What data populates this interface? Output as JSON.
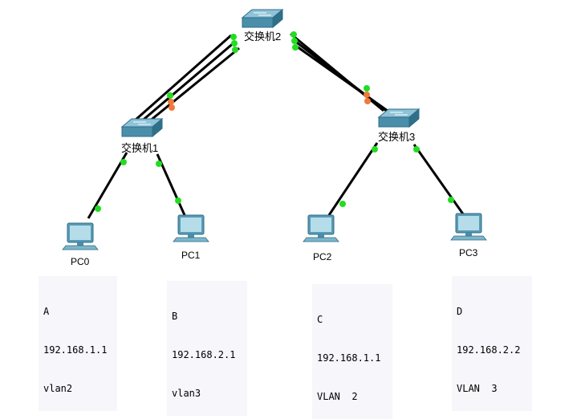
{
  "switches": {
    "sw2": "交换机2",
    "sw1": "交换机1",
    "sw3": "交换机3"
  },
  "pcs": {
    "pc0": "PC0",
    "pc1": "PC1",
    "pc2": "PC2",
    "pc3": "PC3"
  },
  "notes": {
    "a": {
      "line1": "A",
      "line2": "192.168.1.1",
      "line3": "vlan2"
    },
    "b": {
      "line1": "B",
      "line2": "192.168.2.1",
      "line3": "vlan3"
    },
    "c": {
      "line1": "C",
      "line2": "192.168.1.1",
      "line3": "VLAN  2"
    },
    "d": {
      "line1": "D",
      "line2": "192.168.2.2",
      "line3": "VLAN  3"
    }
  },
  "colors": {
    "link_up": "#22dd22",
    "link_blocked": "#f07a3a",
    "switch_body": "#4a8eaa",
    "pc_screen": "#9fd0e0"
  }
}
